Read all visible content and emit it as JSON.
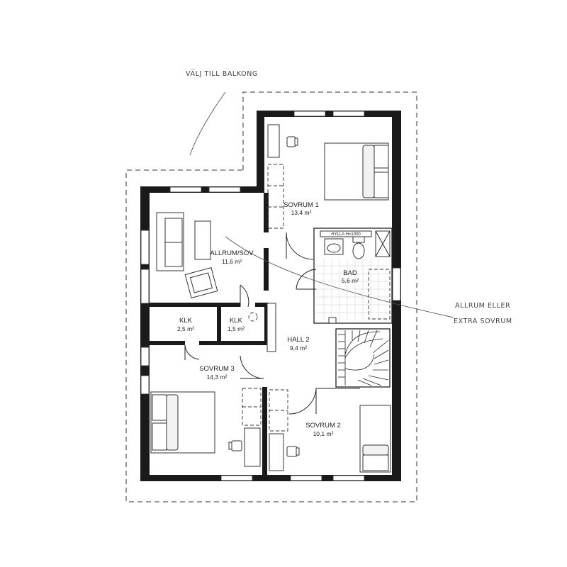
{
  "annotations": {
    "balcony": "VÄLJ TILL BALKONG",
    "allrum_line1": "ALLRUM ELLER",
    "allrum_line2": "EXTRA SOVRUM"
  },
  "rooms": {
    "sovrum1": {
      "name": "SOVRUM 1",
      "area": "13,4 m²"
    },
    "allrum": {
      "name": "ALLRUM/SOV",
      "area": "11,6 m²"
    },
    "bad": {
      "name": "BAD",
      "area": "5,6 m²",
      "shelf": "HYLLA H=1000"
    },
    "klk1": {
      "name": "KLK",
      "area": "2,5 m²"
    },
    "klk2": {
      "name": "KLK",
      "area": "1,5 m²"
    },
    "hall2": {
      "name": "HALL 2",
      "area": "9,4 m²"
    },
    "sovrum3": {
      "name": "SOVRUM 3",
      "area": "14,3 m²"
    },
    "sovrum2": {
      "name": "SOVRUM 2",
      "area": "10,1 m²"
    }
  }
}
